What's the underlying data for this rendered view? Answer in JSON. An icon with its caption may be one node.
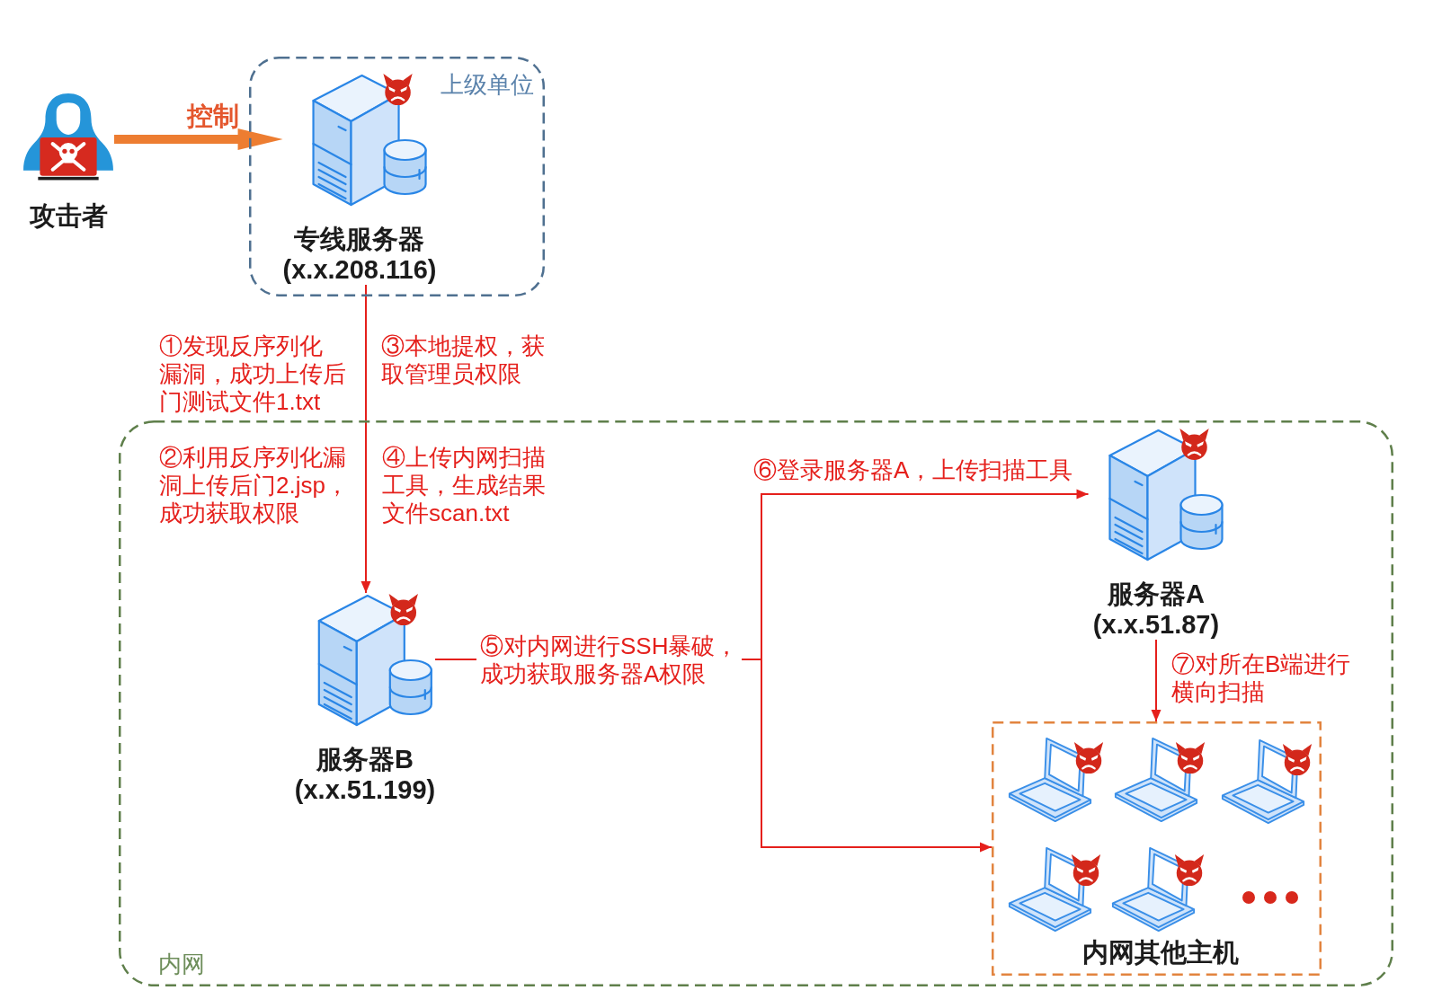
{
  "diagram": {
    "nodes": [
      {
        "text": [
          "攻击者"
        ]
      },
      {
        "text": [
          "上级单位"
        ]
      },
      {
        "text": [
          "专线服务器",
          "(x.x.208.116)"
        ],
        "in": 1
      },
      {
        "text": [
          "内网"
        ]
      },
      {
        "text": [
          "服务器B",
          "(x.x.51.199)"
        ],
        "in": 3
      },
      {
        "text": [
          "服务器A",
          "(x.x.51.87)"
        ],
        "in": 3
      },
      {
        "text": [
          "内网其他主机"
        ],
        "in": 3
      }
    ],
    "edges": [
      {
        "from": 0,
        "to": 2,
        "arrow": "to",
        "label": "控制",
        "style": "thick",
        "color": "#ed7d31"
      },
      {
        "from": 2,
        "to": 4,
        "arrow": "to"
      },
      {
        "from": 4,
        "to": 5,
        "arrow": "to",
        "label": "⑥登录服务器A，上传扫描工具"
      },
      {
        "from": 4,
        "to": 6,
        "arrow": "to",
        "label": "⑤对内网进行SSH暴破，成功获取服务器A权限"
      },
      {
        "from": 5,
        "to": 6,
        "arrow": "to",
        "label": "⑦对所在B端进行横向扫描"
      }
    ],
    "labels": [
      "①发现反序列化漏洞，成功上传后门测试文件1.txt",
      "③本地提权，获取管理员权限",
      "②利用反序列化漏洞上传后门2.jsp，成功获取权限",
      "④上传内网扫描工具，生成结果文件scan.txt"
    ]
  }
}
